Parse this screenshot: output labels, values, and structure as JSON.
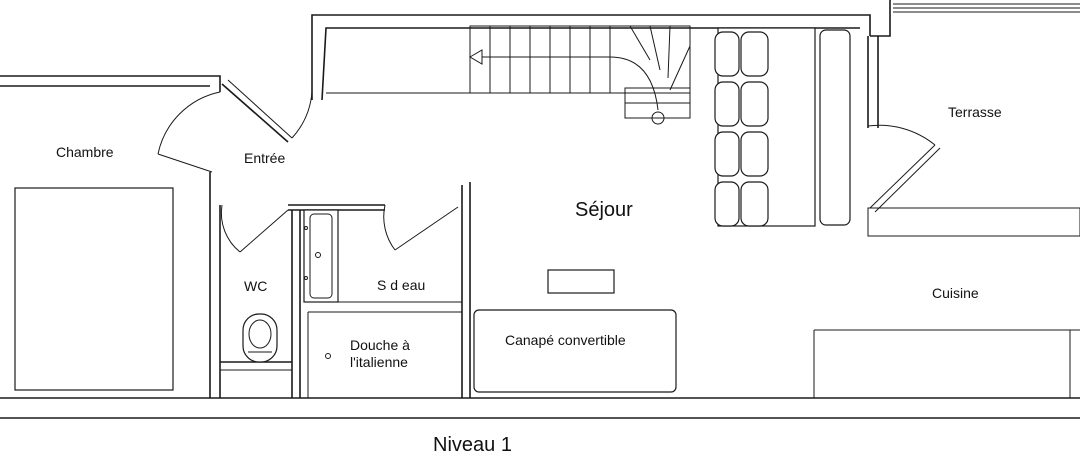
{
  "plan": {
    "title": "Niveau 1",
    "rooms": {
      "chambre": "Chambre",
      "entree": "Entrée",
      "terrasse": "Terrasse",
      "sejour": "Séjour",
      "wc": "WC",
      "sdeau": "S d eau",
      "cuisine": "Cuisine",
      "douche": "Douche à l'italienne",
      "canape": "Canapé convertible"
    }
  }
}
